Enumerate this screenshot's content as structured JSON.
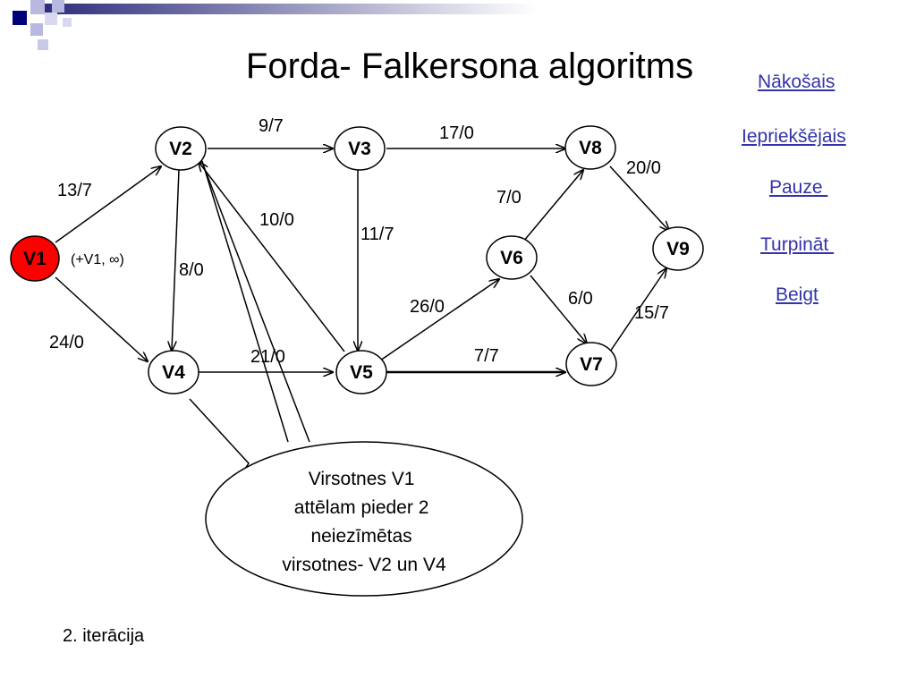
{
  "title": "Forda- Falkersona algoritms",
  "nav": {
    "next": "Nākošais",
    "prev": "Iepriekšējais",
    "pause": "Pauze ",
    "continue": "Turpināt ",
    "end": "Beigt"
  },
  "iteration": "2. iterācija",
  "graph": {
    "nodes": {
      "V1": "V1",
      "V2": "V2",
      "V3": "V3",
      "V4": "V4",
      "V5": "V5",
      "V6": "V6",
      "V7": "V7",
      "V8": "V8",
      "V9": "V9"
    },
    "source_label": "(+V1, ∞)",
    "edges": {
      "v1_v2": "13/7",
      "v1_v4": "24/0",
      "v2_v3": "9/7",
      "v2_v4": "8/0",
      "v5_v2": "10/0",
      "v3_v5": "11/7",
      "v3_v8": "17/0",
      "v4_v5": "21/0",
      "v5_v6": "26/0",
      "v5_v7": "7/7",
      "v6_v8": "7/0",
      "v6_v7": "6/0",
      "v8_v9": "20/0",
      "v7_v9": "15/7"
    },
    "highlight_color": "#ff0000"
  },
  "callout": {
    "lines": [
      "Virsotnes V1",
      "attēlam pieder 2",
      "neiezīmētas",
      "virsotnes- V2 un V4"
    ]
  }
}
